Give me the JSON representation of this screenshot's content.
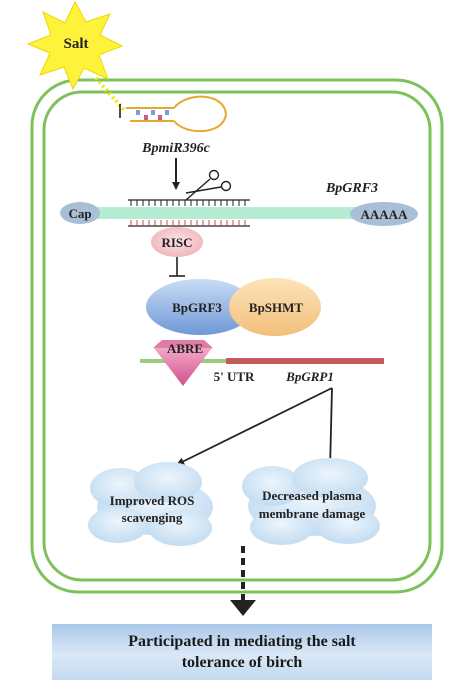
{
  "labels": {
    "salt": "Salt",
    "mirna": "BpmiR396c",
    "target_gene": "BpGRF3",
    "cap": "Cap",
    "polya": "AAAAA",
    "risc": "RISC",
    "protein_grf3": "BpGRF3",
    "protein_shmt": "BpSHMT",
    "abre": "ABRE",
    "utr": "5' UTR",
    "grp1": "BpGRP1"
  },
  "outcomes": {
    "ros_line1": "Improved ROS",
    "ros_line2": "scavenging",
    "membrane_line1": "Decreased plasma",
    "membrane_line2": "membrane damage"
  },
  "conclusion": {
    "line1": "Participated in mediating the salt",
    "line2": "tolerance of birch"
  },
  "colors": {
    "cell_border": "#7cc25a",
    "mrna_band": "#b6ecd4",
    "sun": "#fff23a",
    "risc": "#f6cfd2",
    "risc_text": "#d6283a",
    "grf3_protein": "#7ea6e0",
    "shmt_protein": "#f7cf97",
    "promoter": "#9ccc79",
    "utr_line": "#c45a5a",
    "cloud": "#d7e9f7",
    "banner": "#c3d9ef"
  }
}
